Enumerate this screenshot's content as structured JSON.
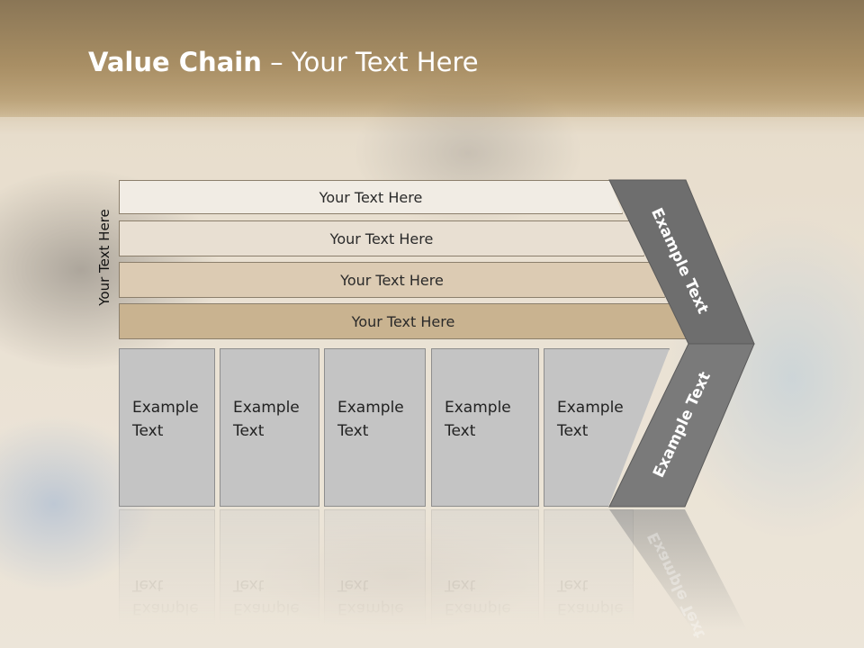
{
  "slide": {
    "title_bold": "Value Chain",
    "title_rest": " – Your Text Here",
    "side_label": "Your Text Here",
    "bands": [
      {
        "label": "Your Text Here",
        "color": "#f1ece4"
      },
      {
        "label": "Your Text Here",
        "color": "#e8dfd2"
      },
      {
        "label": "Your Text Here",
        "color": "#dccbb3"
      },
      {
        "label": "Your Text Here",
        "color": "#c9b390"
      }
    ],
    "columns": [
      {
        "line1": "Example",
        "line2": "Text"
      },
      {
        "line1": "Example",
        "line2": "Text"
      },
      {
        "line1": "Example",
        "line2": "Text"
      },
      {
        "line1": "Example",
        "line2": "Text"
      },
      {
        "line1": "Example",
        "line2": "Text"
      }
    ],
    "chevron_top_label": "Example Text",
    "chevron_bottom_label": "Example Text",
    "colors": {
      "chevron_top": "#6e6e6e",
      "chevron_bottom": "#7a7a7a",
      "column_fill": "#c4c4c4"
    }
  }
}
